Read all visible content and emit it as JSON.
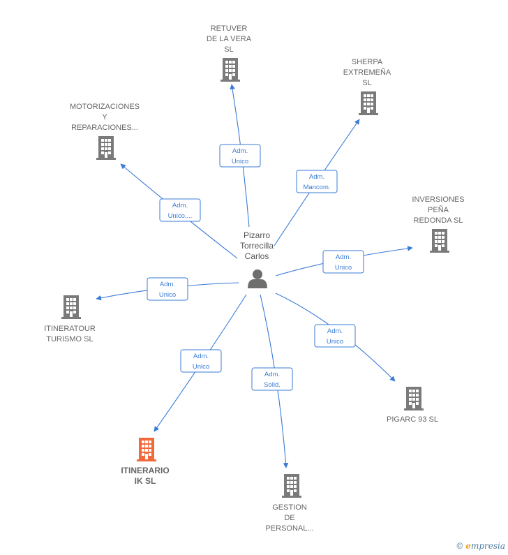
{
  "center": {
    "name_lines": [
      "Pizarro",
      "Torrecilla",
      "Carlos"
    ],
    "icon": "person-icon"
  },
  "colors": {
    "edge": "#3a7bd5",
    "building": "#7a7a7a",
    "highlight": "#f26a3b"
  },
  "nodes": [
    {
      "id": "retuver",
      "lines": [
        "RETUVER",
        "DE LA VERA",
        "SL"
      ],
      "role_lines": [
        "Adm.",
        "Unico"
      ],
      "icon": "building-icon"
    },
    {
      "id": "sherpa",
      "lines": [
        "SHERPA",
        "EXTREMEÑA",
        "SL"
      ],
      "role_lines": [
        "Adm.",
        "Mancom."
      ],
      "icon": "building-icon"
    },
    {
      "id": "motorizaciones",
      "lines": [
        "MOTORIZACIONES",
        "Y",
        "REPARACIONES..."
      ],
      "role_lines": [
        "Adm.",
        "Unico,..."
      ],
      "icon": "building-icon"
    },
    {
      "id": "inversiones",
      "lines": [
        "INVERSIONES",
        "PEÑA",
        "REDONDA  SL"
      ],
      "role_lines": [
        "Adm.",
        "Unico"
      ],
      "icon": "building-icon"
    },
    {
      "id": "itineratour",
      "lines": [
        "ITINERATOUR",
        "TURISMO  SL"
      ],
      "role_lines": [
        "Adm.",
        "Unico"
      ],
      "icon": "building-icon"
    },
    {
      "id": "pigarc",
      "lines": [
        "PIGARC 93 SL"
      ],
      "role_lines": [
        "Adm.",
        "Unico"
      ],
      "icon": "building-icon"
    },
    {
      "id": "itinerario",
      "lines": [
        "ITINERARIO",
        "IK  SL"
      ],
      "role_lines": [
        "Adm.",
        "Unico"
      ],
      "icon": "building-icon",
      "highlight": true
    },
    {
      "id": "gestion",
      "lines": [
        "GESTION",
        "DE",
        "PERSONAL..."
      ],
      "role_lines": [
        "Adm.",
        "Solid."
      ],
      "icon": "building-icon"
    }
  ],
  "footer": {
    "copyright": "©",
    "brand_first": "e",
    "brand_rest": "mpresia"
  }
}
